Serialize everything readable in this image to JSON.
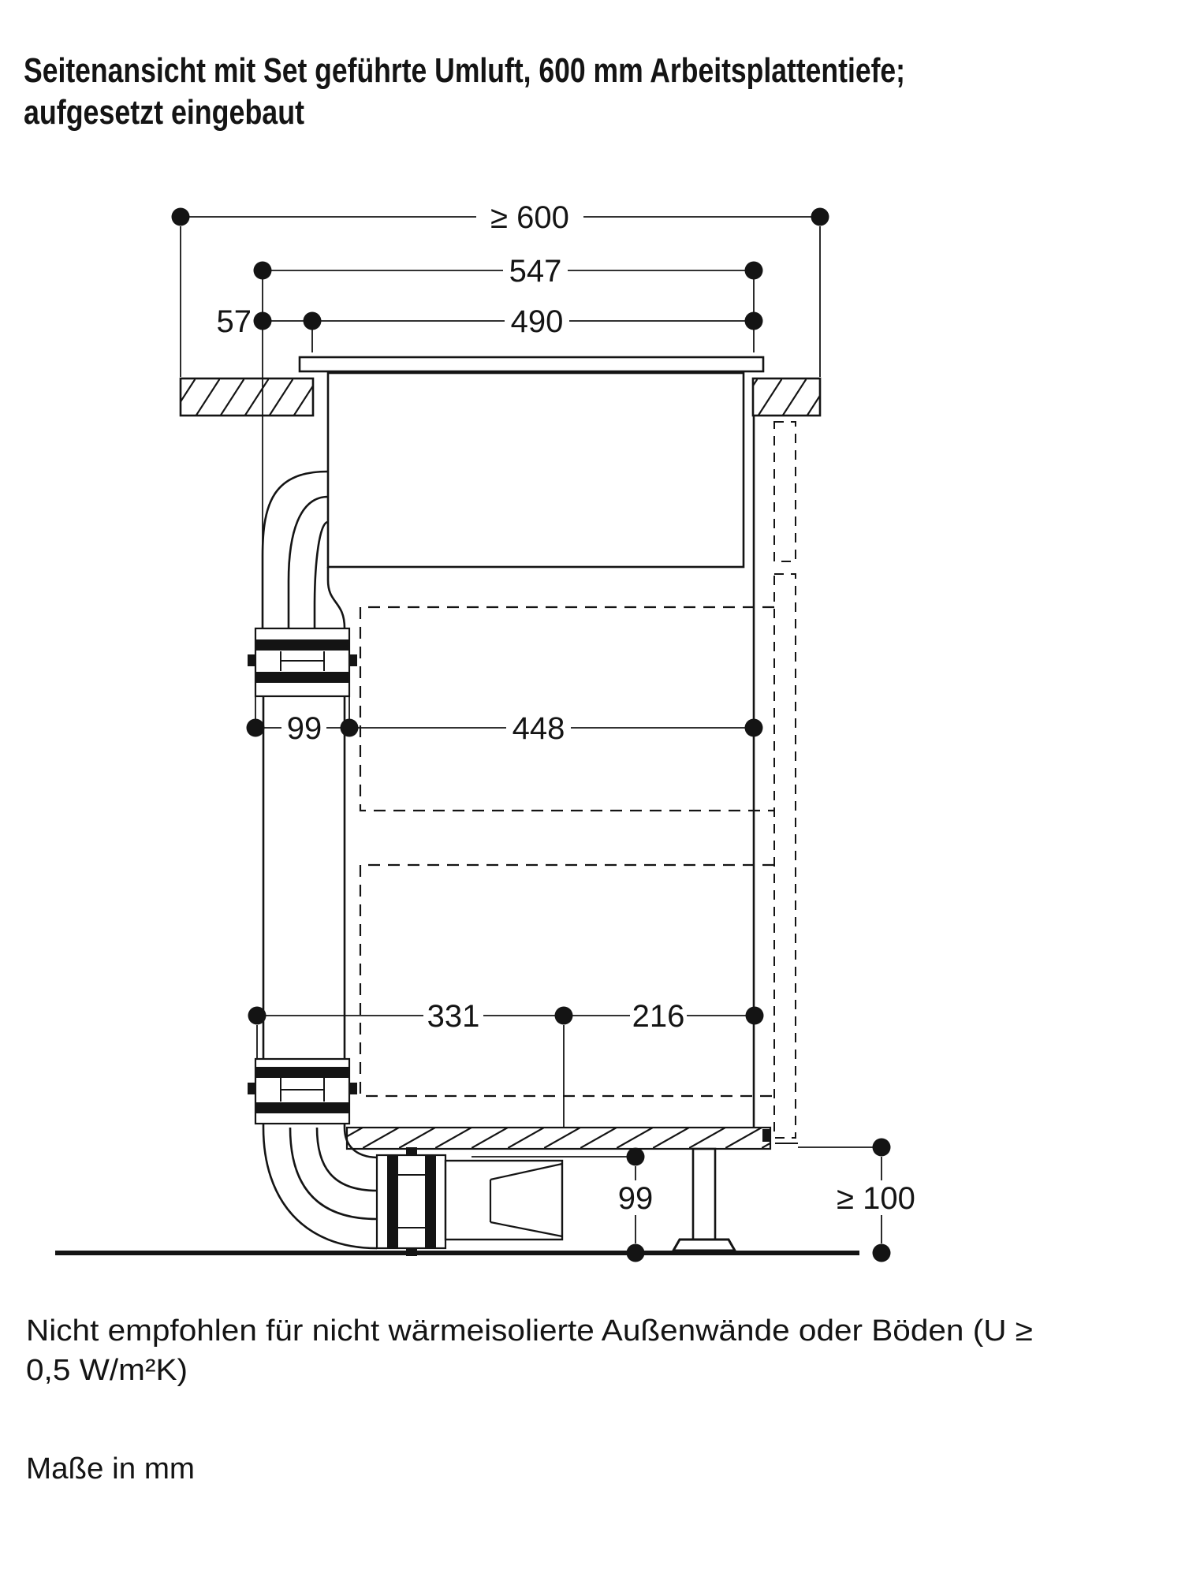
{
  "title": {
    "line1": "Seitenansicht mit Set geführte Umluft, 600 mm Arbeitsplattentiefe;",
    "line2": "aufgesetzt eingebaut"
  },
  "dimensions": {
    "worktop_depth": "≥ 600",
    "appliance_depth": "547",
    "cutout_depth": "490",
    "front_offset": "57",
    "duct_depth": "99",
    "rear_clearance": "448",
    "duct_to_diffuser": "331",
    "diffuser_to_panel": "216",
    "outlet_height": "99",
    "plinth_clearance": "≥ 100"
  },
  "notes": {
    "recommendation_line1": "Nicht empfohlen für nicht wärmeisolierte Außenwände oder Böden (U ≥",
    "recommendation_line2": "0,5 W/m²K)",
    "units_note": "Maße in mm"
  },
  "colors": {
    "line": "#141414",
    "background": "#ffffff"
  }
}
